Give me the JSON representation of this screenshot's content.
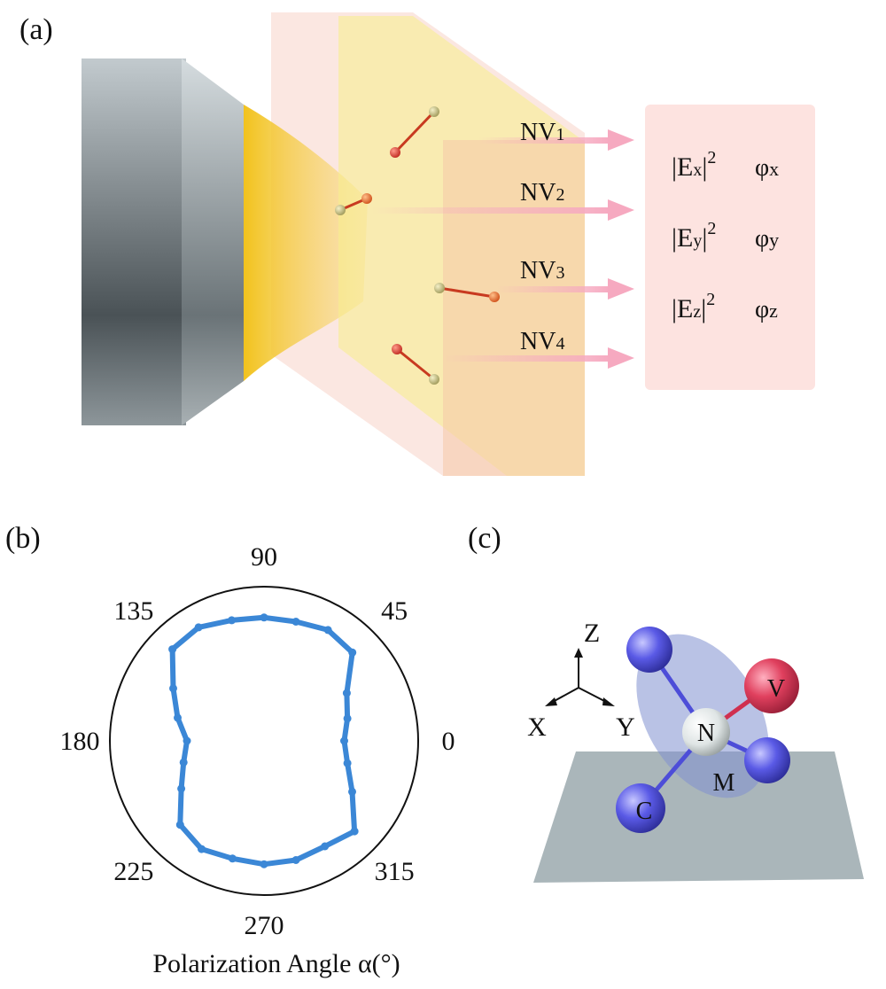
{
  "panels": {
    "a": {
      "label": "(a)",
      "nv_labels": [
        {
          "main": "NV",
          "sub": "1"
        },
        {
          "main": "NV",
          "sub": "2"
        },
        {
          "main": "NV",
          "sub": "3"
        },
        {
          "main": "NV",
          "sub": "4"
        }
      ],
      "field_components": [
        {
          "field": "E",
          "sub": "x",
          "exp": "2",
          "phase": "φ",
          "phase_sub": "x"
        },
        {
          "field": "E",
          "sub": "y",
          "exp": "2",
          "phase": "φ",
          "phase_sub": "y"
        },
        {
          "field": "E",
          "sub": "z",
          "exp": "2",
          "phase": "φ",
          "phase_sub": "z"
        }
      ],
      "colors": {
        "objective": "#8f989d",
        "beam": "#f2c21d",
        "plates": "#f8d3c8",
        "arrows": "#f6a9c0",
        "box": "#fde3e0"
      }
    },
    "b": {
      "label": "(b)",
      "xlabel": "Polarization Angle α(°)",
      "color": "#3b87d6"
    },
    "c": {
      "label": "(c)",
      "axes": {
        "z": "Z",
        "x": "X",
        "y": "Y"
      },
      "atoms": {
        "n": "N",
        "v": "V",
        "m": "M",
        "c": "C"
      },
      "colors": {
        "carbon": "#5a5ae6",
        "vacancy": "#e0405e",
        "nitrogen": "#e8ecec",
        "ellipse": "#7f8fd0",
        "plane": "#aab6ba"
      }
    }
  },
  "chart_data": {
    "type": "polar-line",
    "angle_ticks": [
      "0",
      "45",
      "90",
      "135",
      "180",
      "225",
      "270",
      "315"
    ],
    "xlabel": "Polarization Angle α(°)",
    "series": [
      {
        "angles_deg": [
          0,
          15,
          30,
          45,
          60,
          75,
          90,
          105,
          120,
          135,
          150,
          165,
          180,
          195,
          210,
          225,
          240,
          255,
          270,
          285,
          300,
          315,
          330,
          345
        ],
        "values": [
          0.52,
          0.56,
          0.62,
          0.81,
          0.83,
          0.8,
          0.8,
          0.81,
          0.85,
          0.84,
          0.68,
          0.58,
          0.5,
          0.54,
          0.62,
          0.77,
          0.81,
          0.79,
          0.8,
          0.8,
          0.79,
          0.83,
          0.66,
          0.56
        ]
      }
    ],
    "rlim": [
      0,
      1
    ],
    "grid": false
  }
}
